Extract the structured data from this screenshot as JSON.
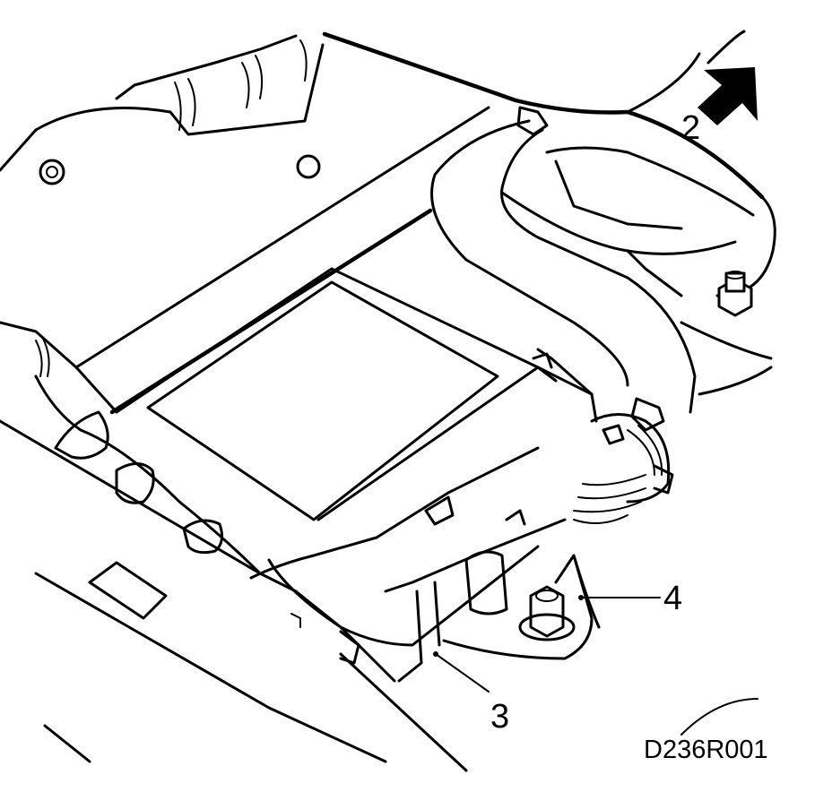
{
  "callouts": [
    {
      "id": "2",
      "label": "2"
    },
    {
      "id": "3",
      "label": "3"
    },
    {
      "id": "4",
      "label": "4"
    }
  ],
  "reference_code": "D236R001"
}
